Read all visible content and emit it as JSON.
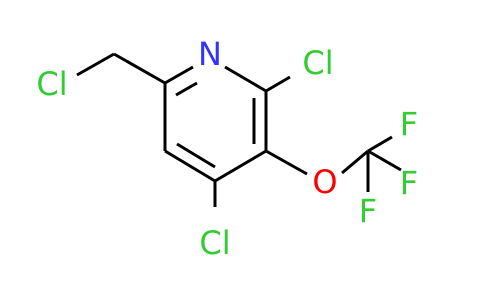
{
  "molecule": {
    "atoms": {
      "n_ring": {
        "label": "N",
        "color": "#3333ff"
      },
      "cl_2": {
        "label": "Cl",
        "color": "#33cc33"
      },
      "cl_4": {
        "label": "Cl",
        "color": "#33cc33"
      },
      "cl_chloromethyl": {
        "label": "Cl",
        "color": "#33cc33"
      },
      "o_ether": {
        "label": "O",
        "color": "#ff0000"
      },
      "f_top": {
        "label": "F",
        "color": "#33cc33"
      },
      "f_mid": {
        "label": "F",
        "color": "#33cc33"
      },
      "f_bottom": {
        "label": "F",
        "color": "#33cc33"
      }
    }
  }
}
